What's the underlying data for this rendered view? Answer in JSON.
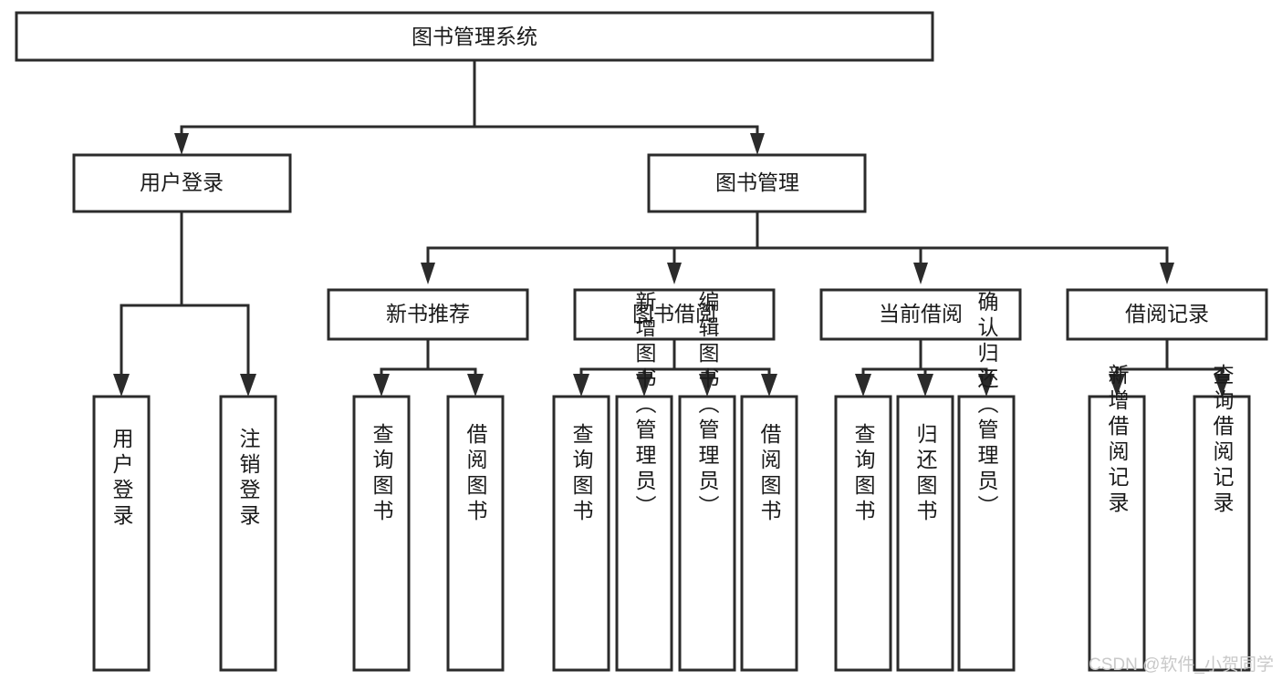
{
  "diagram": {
    "title": "图书管理系统",
    "type": "tree-hierarchy-diagram",
    "colors": {
      "stroke": "#2b2b2b",
      "box_fill": "#ffffff",
      "text": "#1a1a1a",
      "background": "#ffffff",
      "watermark": "#c9c9c9"
    },
    "root": {
      "label": "图书管理系统"
    },
    "level2": [
      {
        "label": "用户登录"
      },
      {
        "label": "图书管理"
      }
    ],
    "level3": [
      {
        "label": "新书推荐"
      },
      {
        "label": "图书借阅"
      },
      {
        "label": "当前借阅"
      },
      {
        "label": "借阅记录"
      }
    ],
    "leaves_user_login": [
      {
        "label": "用户登录"
      },
      {
        "label": "注销登录"
      }
    ],
    "leaves_new_book": [
      {
        "label": "查询图书"
      },
      {
        "label": "借阅图书"
      }
    ],
    "leaves_borrow": [
      {
        "label": "查询图书"
      },
      {
        "label": "新增图书（管理员）"
      },
      {
        "label": "编辑图书（管理员）"
      },
      {
        "label": "借阅图书"
      }
    ],
    "leaves_current": [
      {
        "label": "查询图书"
      },
      {
        "label": "归还图书"
      },
      {
        "label": "确认归还（管理员）"
      }
    ],
    "leaves_records": [
      {
        "label": "新增借阅记录"
      },
      {
        "label": "查询借阅记录"
      }
    ]
  },
  "watermark": {
    "text": "CSDN @软件_小贺同学"
  }
}
